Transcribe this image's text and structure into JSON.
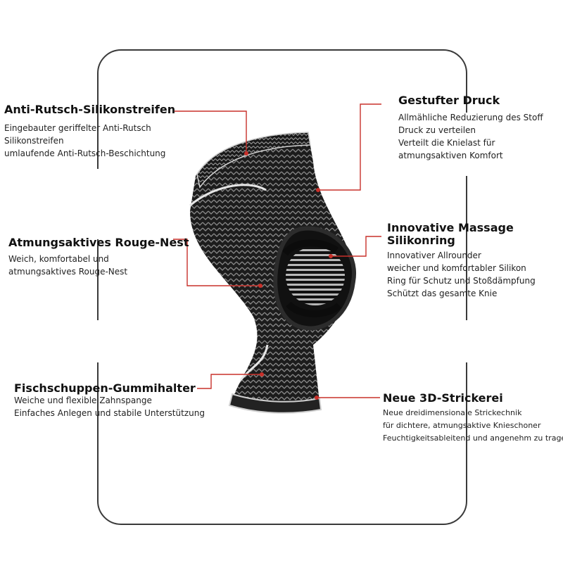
{
  "features": [
    {
      "title": "Anti-Rutsch-Silikonstreifen",
      "lines": [
        "Eingebauter geriffelter Anti-Rutsch",
        "Silikonstreifen",
        "umlaufende Anti-Rutsch-Beschichtung"
      ]
    },
    {
      "title": "Atmungsaktives Rouge-Nest",
      "lines": [
        "Weich, komfortabel und",
        "atmungsaktives Rouge-Nest"
      ]
    },
    {
      "title": "Fischschuppen-Gummihalter",
      "lines": [
        "Weiche und flexible Zahnspange",
        "Einfaches Anlegen und stabile Unterstützung"
      ]
    },
    {
      "title": "Gestufter Druck",
      "lines": [
        "Allmähliche Reduzierung des Stoff",
        "Druck zu verteilen",
        "Verteilt die Knielast für",
        "atmungsaktiven Komfort"
      ]
    },
    {
      "title_lines": [
        "Innovative Massage",
        "Silikonring"
      ],
      "lines": [
        "Innovativer Allrounder",
        "weicher und komfortabler Silikon",
        "Ring für Schutz und Stoßdämpfung",
        "Schützt das gesamte Knie"
      ]
    },
    {
      "title": "Neue 3D-Strickerei",
      "lines": [
        "Neue dreidimensionale Strickechnik",
        "für dichtere, atmungsaktive Knieschoner",
        "Feuchtigkeitsableitend und angenehm zu tragen"
      ]
    }
  ],
  "colors": {
    "accent": "#c8302a",
    "frame": "#3a3a3a",
    "knit": "#1c1c1c"
  },
  "product_image": "black-knee-sleeve-with-silicone-ring"
}
